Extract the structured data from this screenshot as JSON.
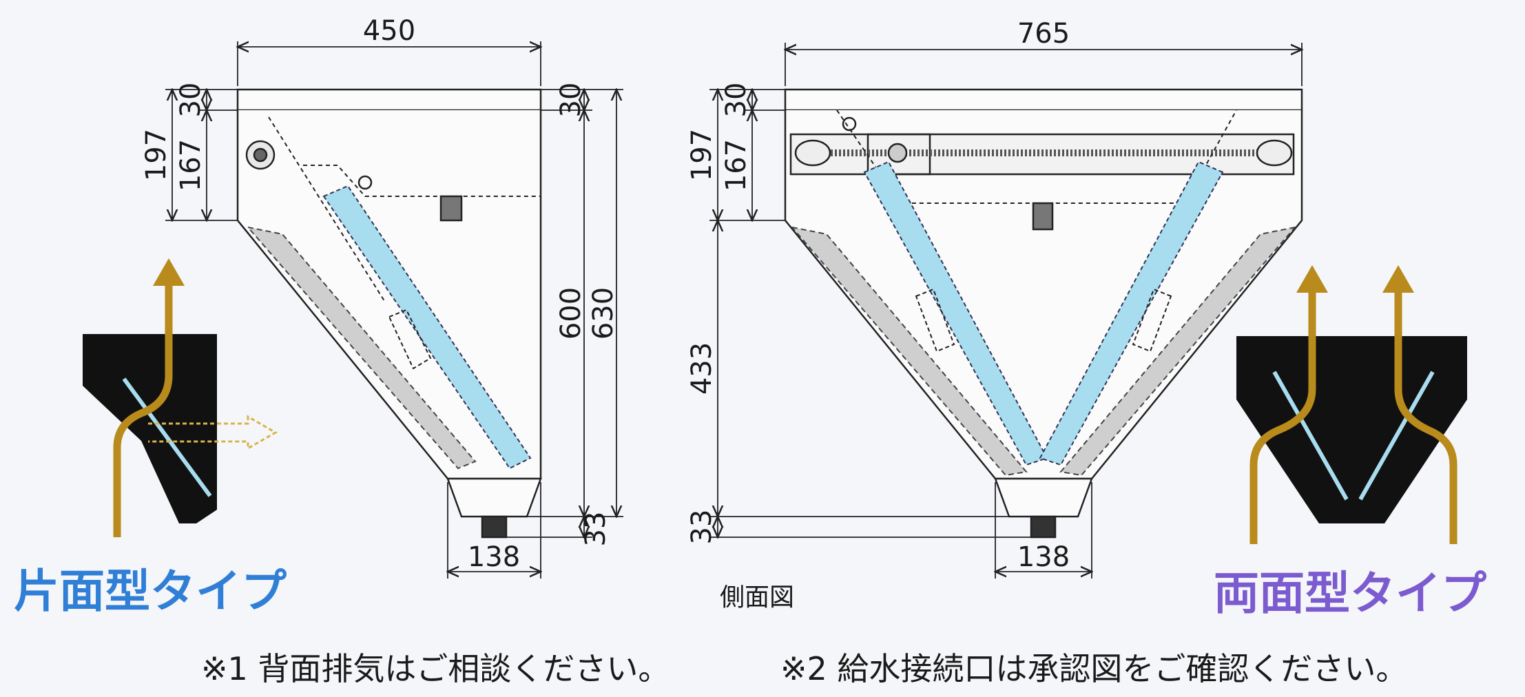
{
  "left_view": {
    "width_dim": "450",
    "dims_left": {
      "d30": "30",
      "d167": "167",
      "d197": "197"
    },
    "dims_right": {
      "d30": "30",
      "d600": "600",
      "d630": "630",
      "d33": "33"
    },
    "bottom_dim": "138"
  },
  "right_view": {
    "width_dim": "765",
    "dims_left": {
      "d30": "30",
      "d167": "167",
      "d197": "197",
      "d433": "433",
      "d33": "33"
    },
    "bottom_dim": "138"
  },
  "caption": "側面図",
  "labels": {
    "single": "片面型タイプ",
    "double": "両面型タイプ"
  },
  "notes": {
    "note1": "※1 背面排気はご相談ください。",
    "note2": "※2 給水接続口は承認図をご確認ください。"
  },
  "colors": {
    "label_single": "#2f7fd6",
    "label_double": "#7b5bcf",
    "arrow": "#b98a1c",
    "filter": "#a8dcef",
    "grease": "#c8c8c8",
    "body": "#111111"
  },
  "icons": [
    "upflow-arrow-icon",
    "dashed-rear-exhaust-arrow-icon"
  ]
}
